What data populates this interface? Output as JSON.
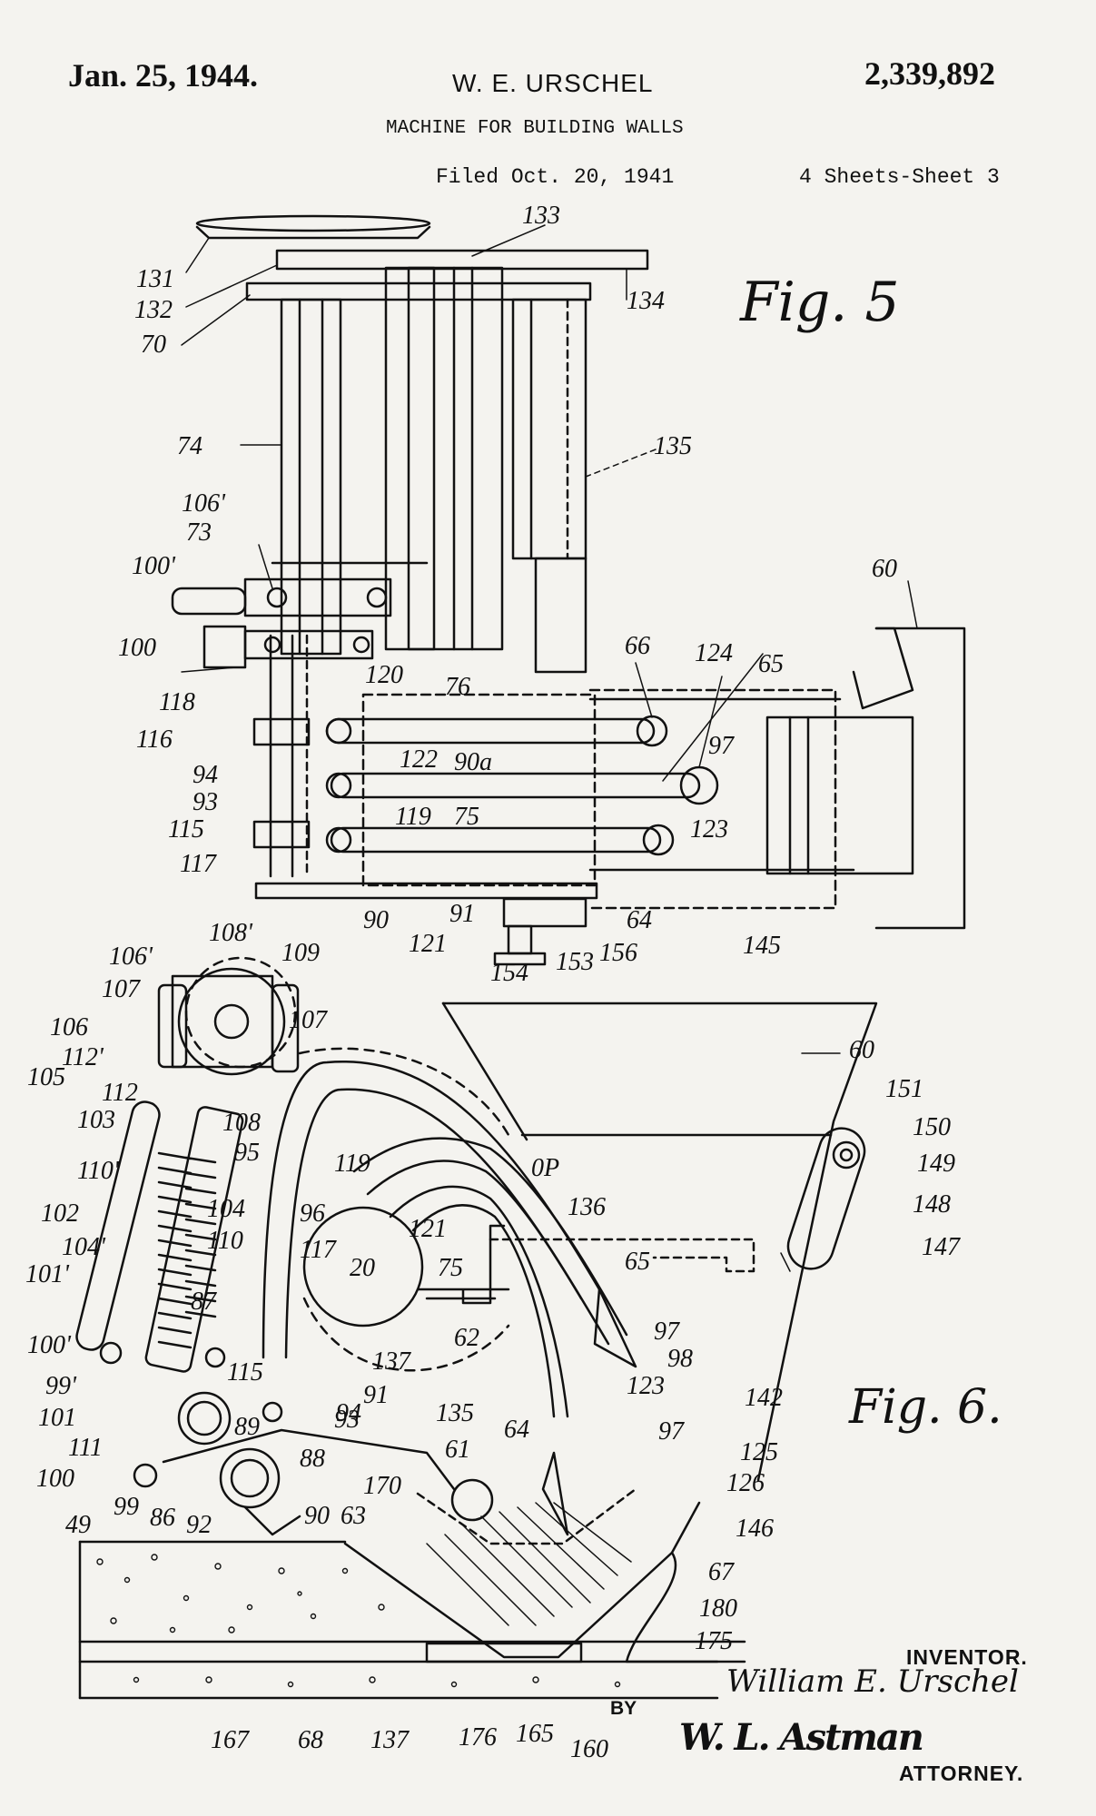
{
  "header": {
    "date": "Jan. 25, 1944.",
    "inventor": "W. E. URSCHEL",
    "patent_number": "2,339,892",
    "title": "MACHINE FOR BUILDING WALLS",
    "filed": "Filed Oct. 20, 1941",
    "sheets": "4 Sheets-Sheet 3"
  },
  "figures": {
    "fig5": "Fig. 5",
    "fig6": "Fig. 6."
  },
  "signature": {
    "inventor_label": "INVENTOR.",
    "inventor_name": "William E. Urschel",
    "by": "BY",
    "attorney_signature": "W. L. Astman",
    "attorney_label": "ATTORNEY."
  },
  "ref_numerals": {
    "fig5": [
      "131",
      "132",
      "70",
      "133",
      "134",
      "135",
      "74",
      "106'",
      "73",
      "100'",
      "100",
      "118",
      "116",
      "94",
      "93",
      "115",
      "117",
      "120",
      "76",
      "66",
      "124",
      "65",
      "60",
      "122",
      "90a",
      "97",
      "119",
      "75",
      "123",
      "90",
      "91",
      "121",
      "64",
      "156",
      "153",
      "154",
      "145"
    ],
    "fig6": [
      "106'",
      "108'",
      "109",
      "107",
      "106",
      "107",
      "112'",
      "105",
      "112",
      "103",
      "108",
      "95",
      "110'",
      "104",
      "102",
      "104'",
      "110",
      "101'",
      "87",
      "100'",
      "99'",
      "101",
      "89",
      "115",
      "111",
      "100",
      "99",
      "86",
      "92",
      "88",
      "90",
      "63",
      "119",
      "96",
      "117",
      "20",
      "121",
      "75",
      "137",
      "93",
      "94",
      "91",
      "170",
      "0P",
      "136",
      "65",
      "62",
      "135",
      "61",
      "64",
      "97",
      "98",
      "123",
      "142",
      "97",
      "125",
      "126",
      "146",
      "67",
      "180",
      "175",
      "60",
      "151",
      "150",
      "149",
      "148",
      "147",
      "49",
      "167",
      "68",
      "137",
      "176",
      "165",
      "160"
    ]
  }
}
